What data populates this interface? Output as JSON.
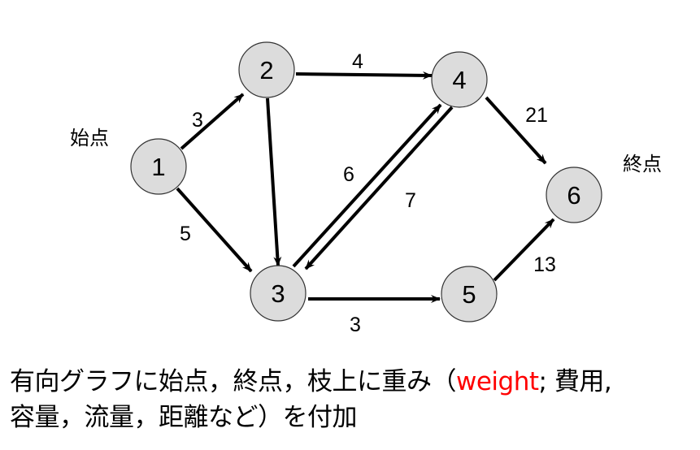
{
  "diagram": {
    "start_label": "始点",
    "end_label": "終点",
    "nodes": [
      "1",
      "2",
      "3",
      "4",
      "5",
      "6"
    ],
    "edges": [
      {
        "from": "1",
        "to": "2",
        "weight": "3"
      },
      {
        "from": "1",
        "to": "3",
        "weight": "5"
      },
      {
        "from": "2",
        "to": "3",
        "weight": ""
      },
      {
        "from": "2",
        "to": "4",
        "weight": "4"
      },
      {
        "from": "3",
        "to": "4",
        "weight": "6"
      },
      {
        "from": "4",
        "to": "3",
        "weight": "7"
      },
      {
        "from": "4",
        "to": "6",
        "weight": "21"
      },
      {
        "from": "3",
        "to": "5",
        "weight": "3"
      },
      {
        "from": "5",
        "to": "6",
        "weight": "13"
      }
    ],
    "node_fill": "#dcdcdc",
    "edge_color": "#000000"
  },
  "caption": {
    "line1_a": "有向グラフに始点，終点，枝上に重み（",
    "line1_highlight": "weight",
    "line1_b": "; 費用,",
    "line2": "容量，流量，距離など）を付加",
    "highlight_color": "#ff0000"
  }
}
